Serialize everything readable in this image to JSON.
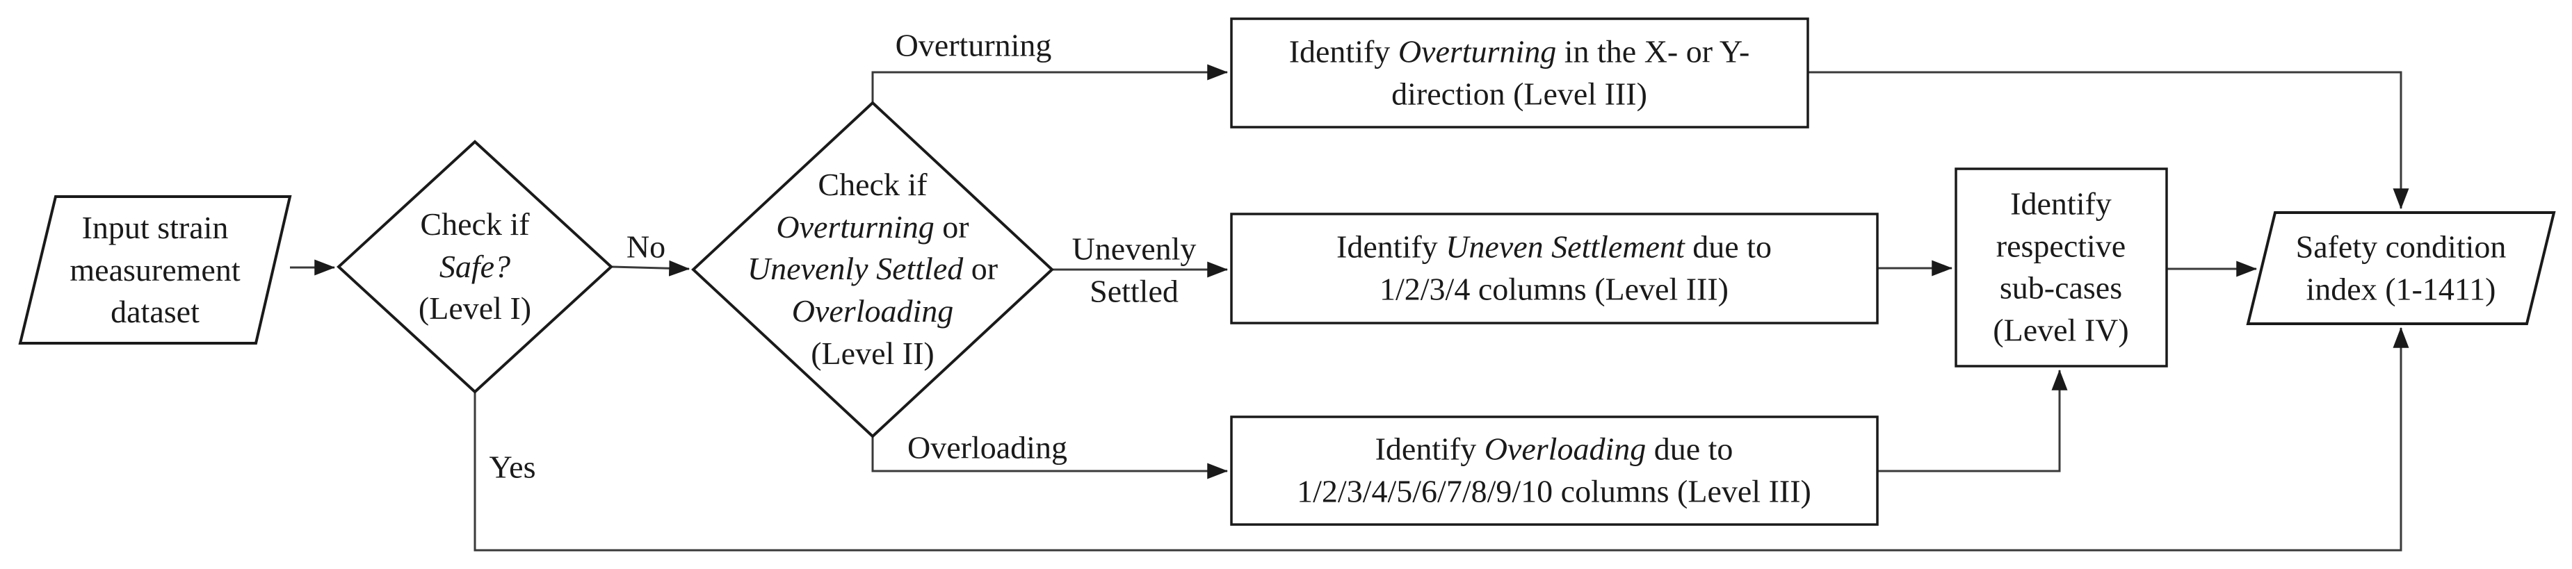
{
  "figure": {
    "colors": {
      "ink": "#1a1a1a",
      "line": "#3a3a3a",
      "paper": "#ffffff"
    },
    "nodes": {
      "input": {
        "shape": "parallelogram",
        "parts": [
          {
            "t": "Input strain"
          },
          {
            "br": true
          },
          {
            "t": "measurement"
          },
          {
            "br": true
          },
          {
            "t": "dataset"
          }
        ]
      },
      "check_safe": {
        "shape": "diamond",
        "parts": [
          {
            "t": "Check if"
          },
          {
            "br": true
          },
          {
            "t": "Safe?",
            "i": true
          },
          {
            "br": true
          },
          {
            "t": "(Level I)"
          }
        ]
      },
      "check_mode": {
        "shape": "diamond",
        "parts": [
          {
            "t": "Check if"
          },
          {
            "br": true
          },
          {
            "t": "Overturning",
            "i": true
          },
          {
            "t": " or"
          },
          {
            "br": true
          },
          {
            "t": "Unevenly Settled",
            "i": true
          },
          {
            "t": " or"
          },
          {
            "br": true
          },
          {
            "t": "Overloading",
            "i": true
          },
          {
            "br": true
          },
          {
            "t": "(Level II)"
          }
        ]
      },
      "identify_overturning": {
        "shape": "rect",
        "parts": [
          {
            "t": "Identify "
          },
          {
            "t": "Overturning",
            "i": true
          },
          {
            "t": " in the X- or Y-"
          },
          {
            "br": true
          },
          {
            "t": "direction (Level III)"
          }
        ]
      },
      "identify_uneven_settlement": {
        "shape": "rect",
        "parts": [
          {
            "t": "Identify "
          },
          {
            "t": "Uneven Settlement",
            "i": true
          },
          {
            "t": " due to"
          },
          {
            "br": true
          },
          {
            "t": "1/2/3/4 columns (Level III)"
          }
        ]
      },
      "identify_overloading": {
        "shape": "rect",
        "parts": [
          {
            "t": "Identify "
          },
          {
            "t": "Overloading",
            "i": true
          },
          {
            "t": " due to"
          },
          {
            "br": true
          },
          {
            "t": "1/2/3/4/5/6/7/8/9/10 columns (Level III)"
          }
        ]
      },
      "identify_subcases": {
        "shape": "rect",
        "parts": [
          {
            "t": "Identify"
          },
          {
            "br": true
          },
          {
            "t": "respective"
          },
          {
            "br": true
          },
          {
            "t": "sub-cases"
          },
          {
            "br": true
          },
          {
            "t": "(Level IV)"
          }
        ]
      },
      "output_index": {
        "shape": "parallelogram",
        "parts": [
          {
            "t": "Safety condition"
          },
          {
            "br": true
          },
          {
            "t": "index (1-1411)"
          }
        ]
      }
    },
    "edge_labels": {
      "no": "No",
      "yes": "Yes",
      "overturning": "Overturning",
      "unevenly_settled": {
        "parts": [
          {
            "t": "Unevenly"
          },
          {
            "br": true
          },
          {
            "t": "Settled"
          }
        ]
      },
      "overloading": "Overloading"
    }
  }
}
